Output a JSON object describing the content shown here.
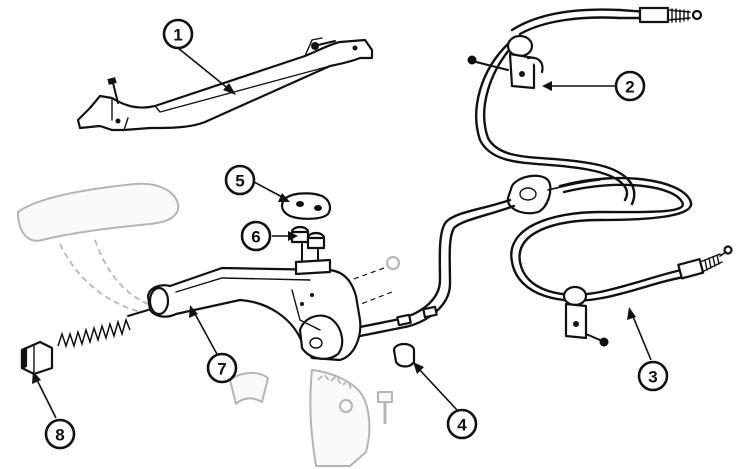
{
  "figure": {
    "description_kind": "exploded assembly drawing",
    "callouts": [
      {
        "id": "c1",
        "label": "1",
        "part": "cover-bracket"
      },
      {
        "id": "c2",
        "label": "2",
        "part": "cable-clamp-upper"
      },
      {
        "id": "c3",
        "label": "3",
        "part": "rear-cable"
      },
      {
        "id": "c4",
        "label": "4",
        "part": "adjuster-nut"
      },
      {
        "id": "c5",
        "label": "5",
        "part": "cable-guide-block"
      },
      {
        "id": "c6",
        "label": "6",
        "part": "mounting-bolts"
      },
      {
        "id": "c7",
        "label": "7",
        "part": "hand-brake-lever"
      },
      {
        "id": "c8",
        "label": "8",
        "part": "release-button"
      }
    ],
    "colors": {
      "ink": "#111111",
      "ghost": "#b5b5b5",
      "background": "#ffffff"
    }
  }
}
